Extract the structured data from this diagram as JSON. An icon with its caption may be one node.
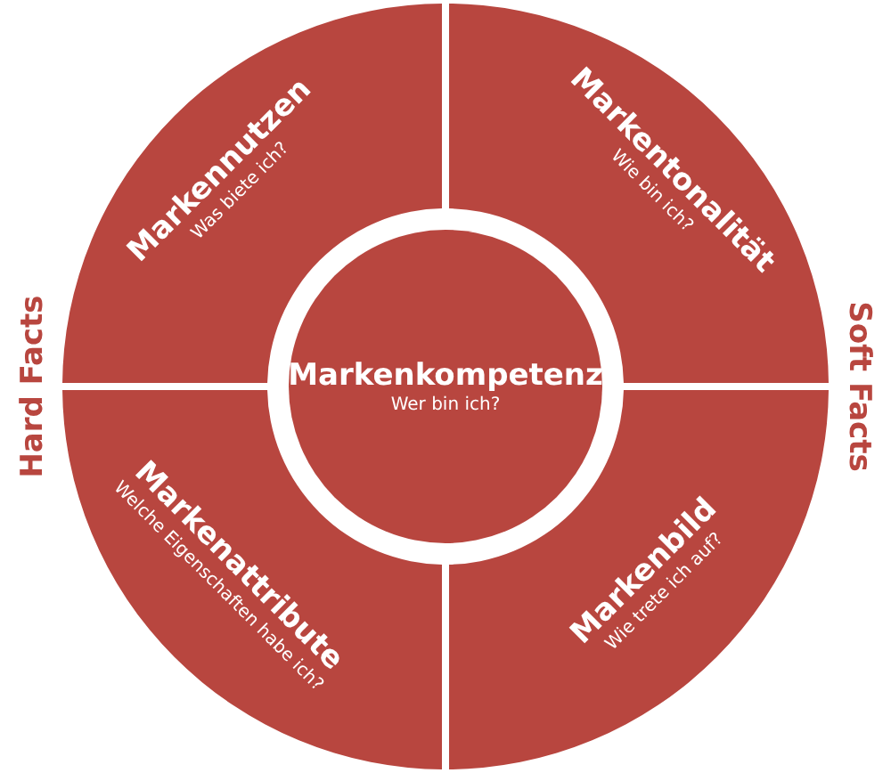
{
  "diagram": {
    "nodes": [
      {
        "text": [
          "Markennutzen",
          "Was biete ich?"
        ]
      },
      {
        "text": [
          "Markentonalität",
          "Wie bin ich?"
        ]
      },
      {
        "text": [
          "Markenkompetenz",
          "Wer bin ich?"
        ]
      },
      {
        "text": [
          "Markenattribute",
          "Welche Eigenschaften habe ich?"
        ]
      },
      {
        "text": [
          "Markenbild",
          "Wie trete ich auf?"
        ]
      }
    ],
    "edges": [],
    "labels": [
      "Hard Facts",
      "Soft Facts"
    ]
  }
}
